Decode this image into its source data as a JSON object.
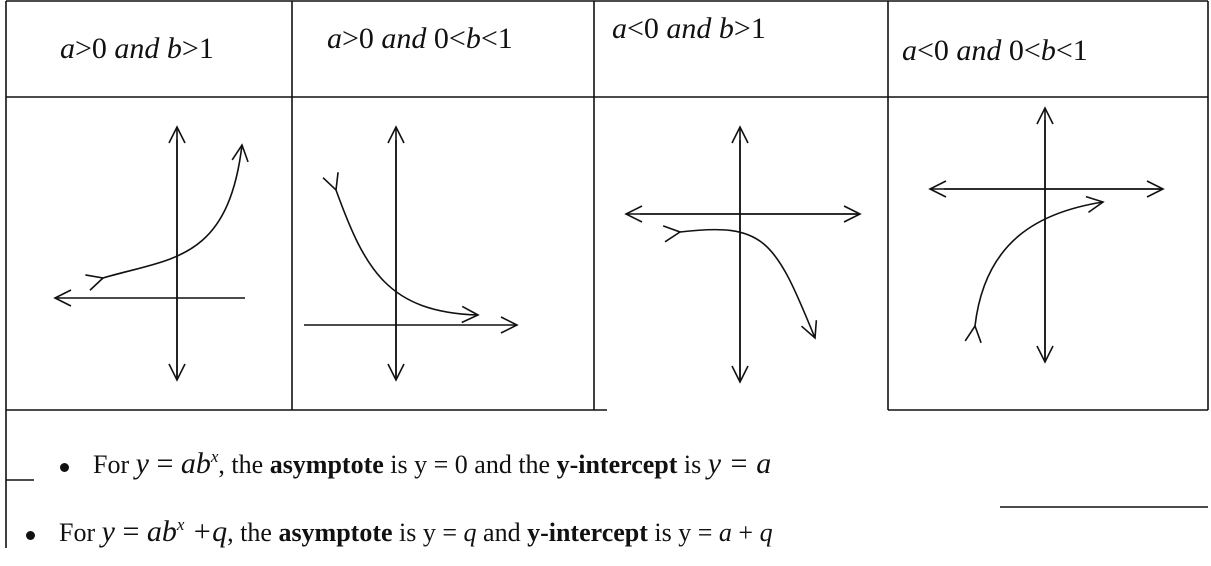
{
  "columns": [
    {
      "a": "a",
      "rel1": ">",
      "n1": "0",
      "and": "and",
      "pre": "",
      "b": "b",
      "rel2": ">",
      "n2": "1"
    },
    {
      "a": "a",
      "rel1": ">",
      "n1": "0",
      "and": "and",
      "pre": "0<",
      "b": "b",
      "rel2": "<",
      "n2": "1"
    },
    {
      "a": "a",
      "rel1": "<",
      "n1": "0",
      "and": "and",
      "pre": "",
      "b": "b",
      "rel2": ">",
      "n2": "1"
    },
    {
      "a": "a",
      "rel1": "<",
      "n1": "0",
      "and": "and",
      "pre": "0<",
      "b": "b",
      "rel2": "<",
      "n2": "1"
    }
  ],
  "notes": [
    {
      "for": "For",
      "eq_y": "y",
      "eq_eq": "=",
      "eq_ab": "ab",
      "eq_exp": "x",
      "eq_tail": "",
      "t1": ", the",
      "asymptote": "asymptote",
      "t2": "is y = 0 and the",
      "yintercept": "y-intercept",
      "t3": "is",
      "res": "y = a"
    },
    {
      "for": "For",
      "eq_y": "y",
      "eq_eq": "=",
      "eq_ab": "ab",
      "eq_exp": "x",
      "eq_tail": "+q",
      "t1": ", the",
      "asymptote": "asymptote",
      "t2": "is y =",
      "q": "q",
      "t3": "and",
      "yintercept": "y-intercept",
      "t4": "is y =",
      "a": "a",
      "t5": "+",
      "q2": "q"
    }
  ]
}
